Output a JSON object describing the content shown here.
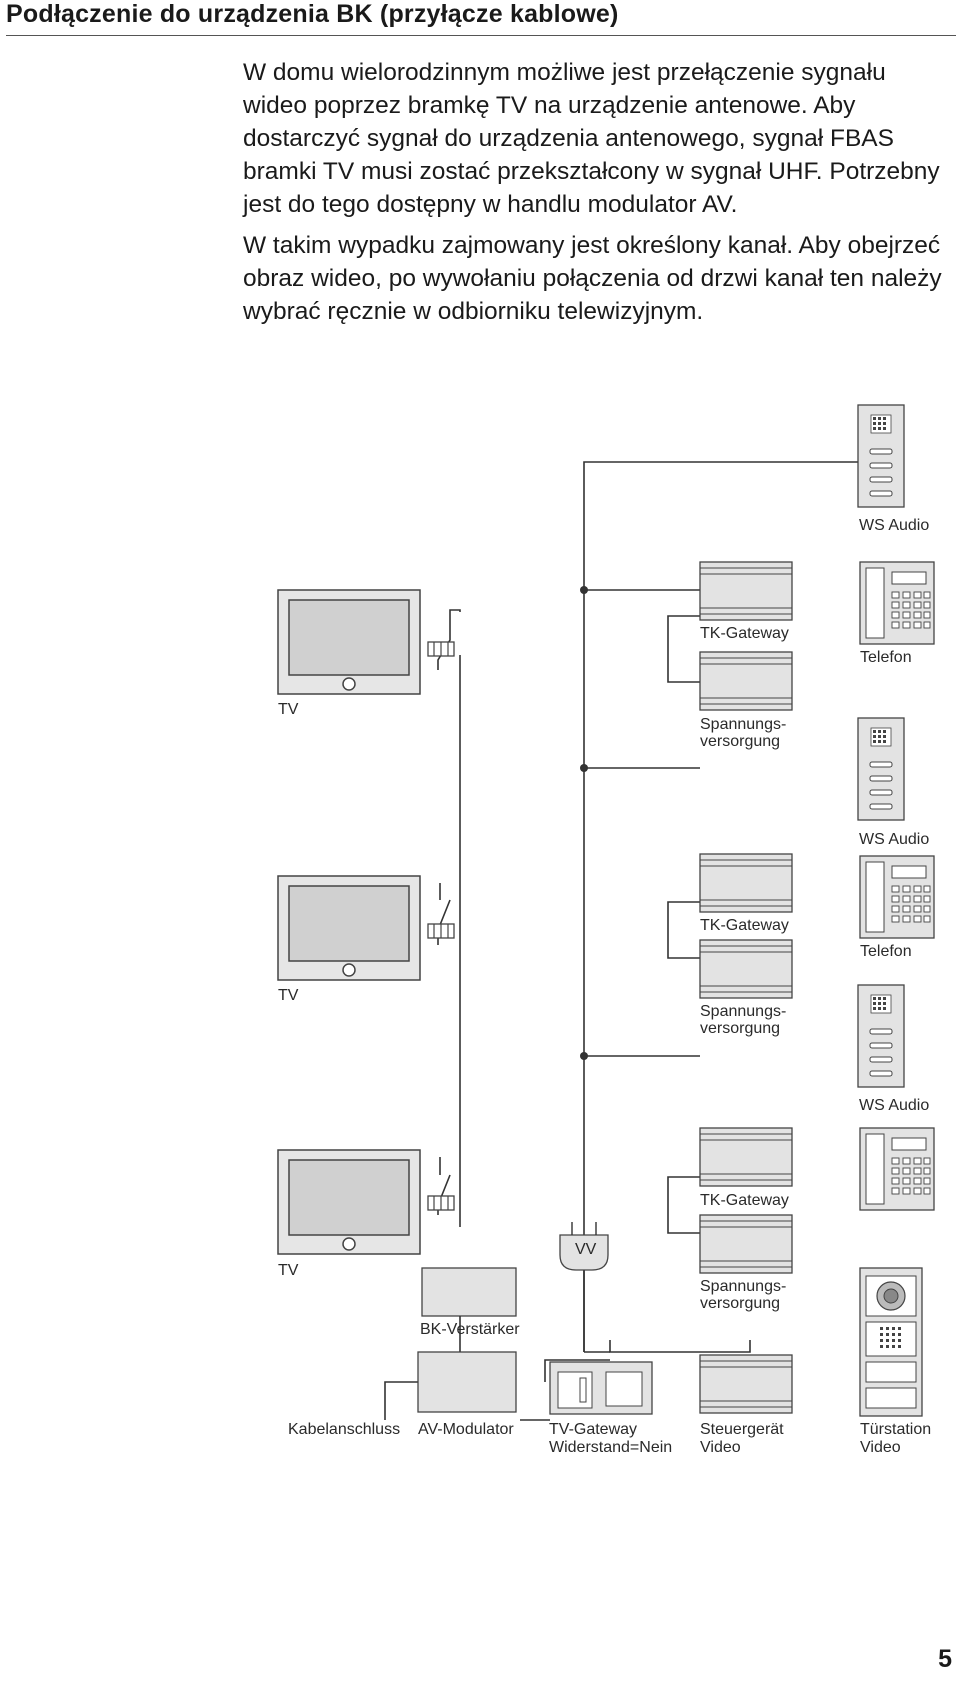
{
  "page": {
    "title": "Podłączenie do urządzenia BK (przyłącze kablowe)",
    "paragraphs": [
      "W domu wielorodzinnym możliwe jest przełączenie sygnału wideo poprzez bramkę TV na urządzenie antenowe. Aby dostarczyć sygnał do urządzenia antenowego, sygnał FBAS bramki TV musi zostać przekształcony w sygnał UHF. Potrzebny jest do tego dostępny w handlu modulator AV.",
      "W takim wypadku zajmowany jest określony kanał. Aby obejrzeć obraz wideo, po wywołaniu połączenia od drzwi kanał ten należy wybrać ręcznie w odbiorniku telewizyjnym."
    ],
    "page_number": "5"
  },
  "diagram": {
    "floors": [
      {
        "tv": "TV",
        "tk_gateway": "TK-Gateway",
        "power_line1": "Spannungs-",
        "power_line2": "versorgung",
        "phone": "Telefon",
        "ws_audio": "WS Audio"
      },
      {
        "tv": "TV",
        "tk_gateway": "TK-Gateway",
        "power_line1": "Spannungs-",
        "power_line2": "versorgung",
        "phone": "Telefon",
        "ws_audio": "WS Audio"
      },
      {
        "tv": "TV",
        "tk_gateway": "TK-Gateway",
        "power_line1": "Spannungs-",
        "power_line2": "versorgung",
        "ws_audio": "WS Audio"
      }
    ],
    "vv": "VV",
    "bk_amplifier": "BK-Verstärker",
    "cable_connection": "Kabelanschluss",
    "av_modulator": "AV-Modulator",
    "tv_gateway_line1": "TV-Gateway",
    "tv_gateway_line2": "Widerstand=Nein",
    "control_unit_line1": "Steuergerät",
    "control_unit_line2": "Video",
    "door_station_line1": "Türstation",
    "door_station_line2": "Video"
  }
}
